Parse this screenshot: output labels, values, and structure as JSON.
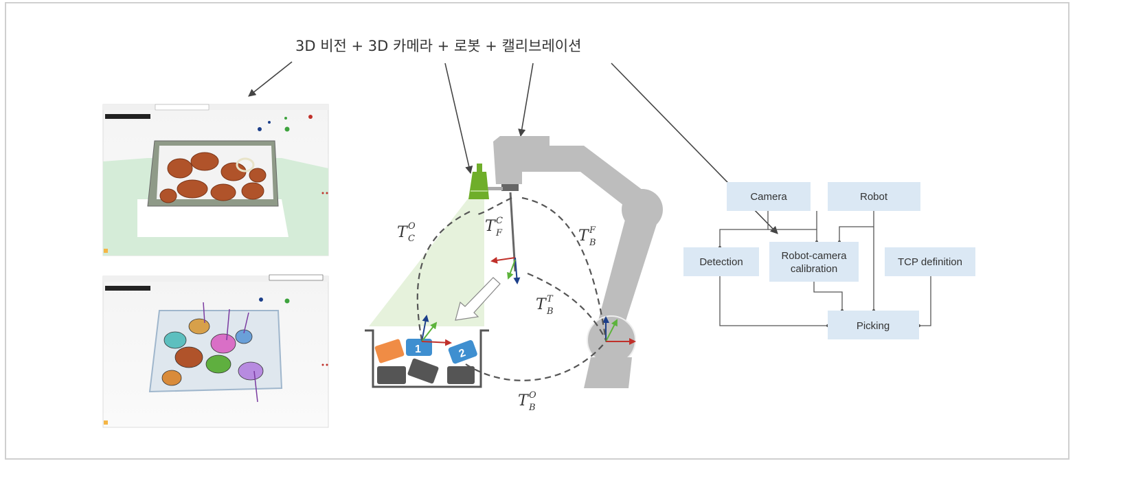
{
  "title": "3D 비전 + 3D 카메라 + 로봇 + 캘리브레이션",
  "transforms": {
    "camera_object": {
      "base": "T",
      "sup": "O",
      "sub": "C"
    },
    "flange_camera": {
      "base": "T",
      "sup": "C",
      "sub": "F"
    },
    "base_flange": {
      "base": "T",
      "sup": "F",
      "sub": "B"
    },
    "base_tool": {
      "base": "T",
      "sup": "T",
      "sub": "B"
    },
    "base_object": {
      "base": "T",
      "sup": "O",
      "sub": "B"
    }
  },
  "objects": {
    "first": "1",
    "second": "2"
  },
  "flowchart": {
    "camera": "Camera",
    "robot": "Robot",
    "detection": "Detection",
    "calibration_line1": "Robot-camera",
    "calibration_line2": "calibration",
    "tcp": "TCP definition",
    "picking": "Picking"
  },
  "colors": {
    "box_fill": "#dbe8f4",
    "robot_gray": "#bdbdbd",
    "camera_green": "#6fae2a",
    "object_blue": "#3f8fd0",
    "object_orange": "#f08c45",
    "parts_brown": "#b0532a"
  }
}
